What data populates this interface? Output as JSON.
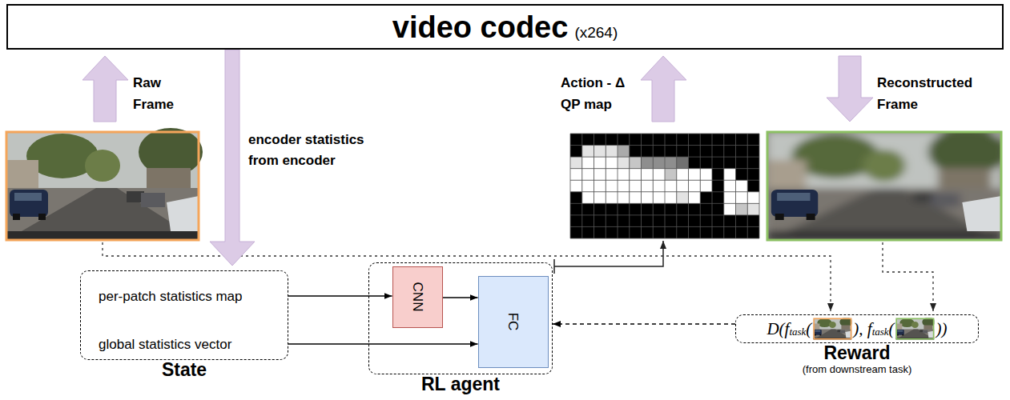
{
  "diagram": {
    "nodes": [
      {
        "text": [
          "video codec",
          "(x264)"
        ]
      },
      {
        "text": [
          "per-patch statistics map",
          "global statistics vector",
          "State"
        ]
      },
      {
        "text": [
          "RL agent"
        ]
      },
      {
        "text": [
          "CNN"
        ],
        "in": 2
      },
      {
        "text": [
          "FC"
        ],
        "in": 2
      },
      {
        "text": [
          "D(f",
          "task",
          "(",
          "), f",
          "task",
          "(",
          "))",
          "Reward",
          "(from downstream task)"
        ]
      }
    ],
    "edges": [
      {
        "from": 0,
        "to": 1,
        "arrow": "to",
        "label": "encoder statistics from encoder"
      },
      {
        "from": 1,
        "to": 3,
        "arrow": "to"
      },
      {
        "from": 1,
        "to": 4,
        "arrow": "to"
      },
      {
        "from": 3,
        "to": 4,
        "arrow": "to"
      },
      {
        "from": 5,
        "to": 2,
        "arrow": "to"
      }
    ],
    "labels": [
      "Raw Frame",
      "Action - Δ QP map",
      "Reconstructed Frame"
    ]
  }
}
